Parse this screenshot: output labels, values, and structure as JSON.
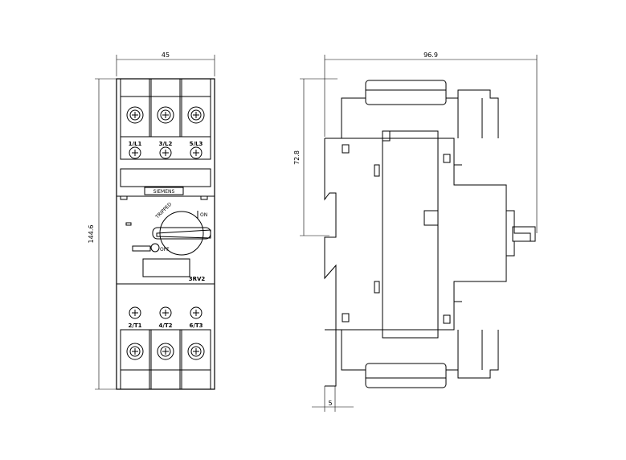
{
  "dimensions": {
    "width": "45",
    "height": "144.6",
    "depth": "96.9",
    "side_height": "72.8",
    "offset": "5"
  },
  "labels": {
    "terminals_top": [
      "1/L1",
      "3/L2",
      "5/L3"
    ],
    "terminals_bottom": [
      "2/T1",
      "4/T2",
      "6/T3"
    ],
    "brand": "SIEMENS",
    "tripped": "TRIPPED",
    "on": "ON",
    "off": "OFF",
    "model": "3RV2"
  }
}
